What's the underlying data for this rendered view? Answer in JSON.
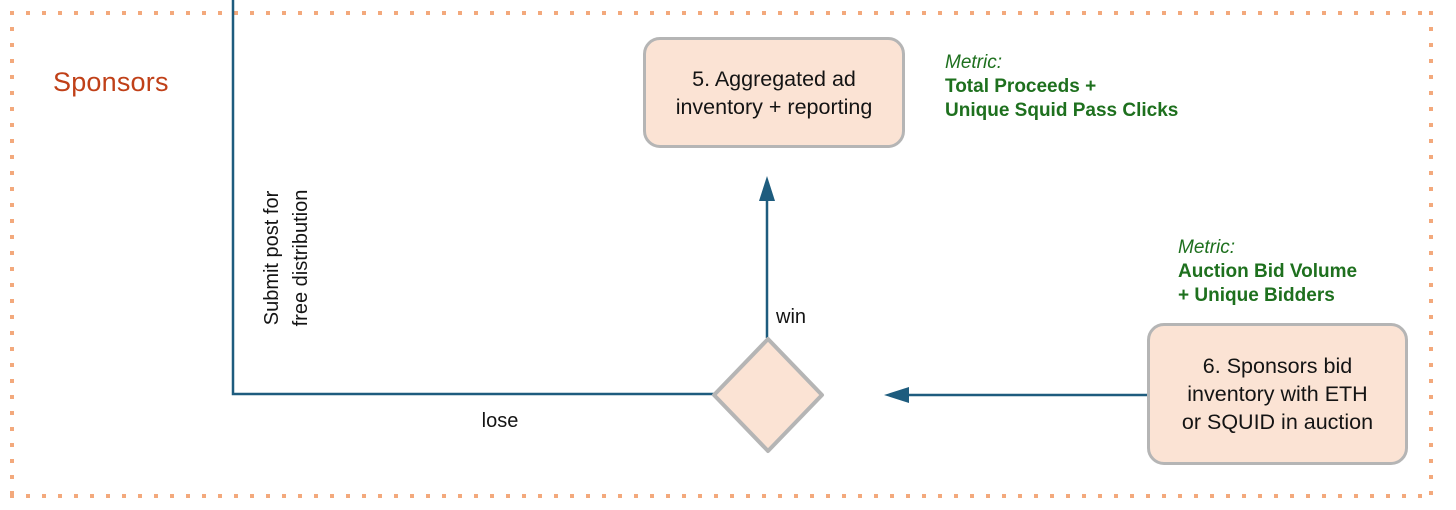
{
  "diagram": {
    "lane": {
      "title": "Sponsors"
    },
    "nodes": {
      "box5": {
        "lines": [
          "5. Aggregated ad",
          "inventory + reporting"
        ]
      },
      "box6": {
        "lines": [
          "6. Sponsors bid",
          "inventory with ETH",
          "or SQUID in auction"
        ]
      },
      "decision_diamond": {
        "label": ""
      }
    },
    "metrics": {
      "m1": {
        "label": "Metric:",
        "lines": [
          "Total Proceeds +",
          "Unique Squid Pass Clicks"
        ]
      },
      "m2": {
        "label": "Metric:",
        "lines": [
          "Auction Bid Volume",
          "+ Unique Bidders"
        ]
      }
    },
    "edge_labels": {
      "win": "win",
      "lose": "lose",
      "rotated": [
        "Submit post for",
        "free distribution"
      ]
    },
    "colors": {
      "connector_blue": "#1e5c7e",
      "node_fill": "#fbe3d4",
      "node_border": "#b5b5b5",
      "metric_green": "#1e701e",
      "lane_title_orange": "#c04018",
      "lane_border_dots": "#f3a97c",
      "background": "#ffffff",
      "text": "#141414"
    }
  }
}
